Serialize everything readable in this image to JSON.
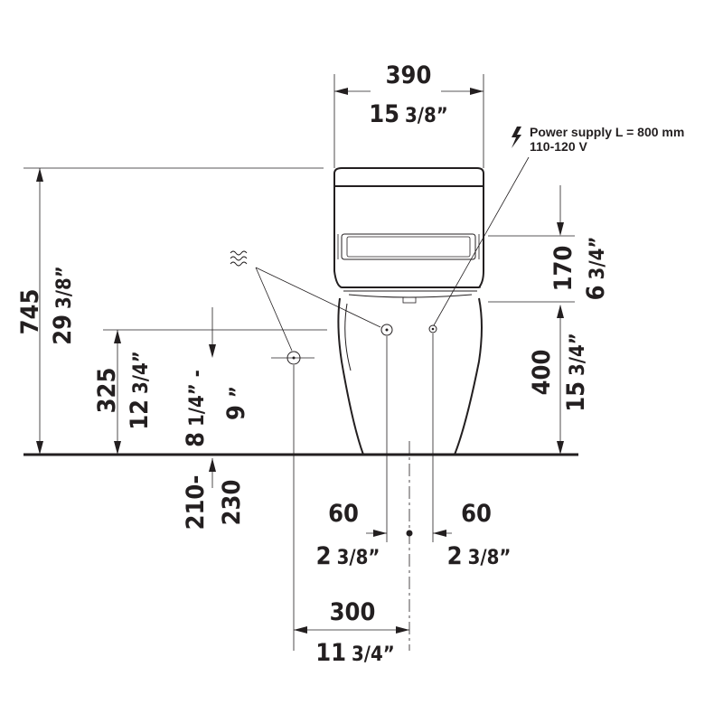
{
  "dimensions": {
    "top_width_mm": "390",
    "top_width_in_whole": "15",
    "top_width_in_frac": "3/8”",
    "height_mm": "745",
    "height_in_whole": "29",
    "height_in_frac": "3/8”",
    "inlet_height_mm": "325",
    "inlet_height_in_whole": "12",
    "inlet_height_in_frac": "3/4”",
    "inlet_drop_a_whole": "8",
    "inlet_drop_a_frac": "1/4” -",
    "inlet_drop_b": "9",
    "inlet_drop_b_frac": "”",
    "outlet_depth_mm_a": "210-",
    "outlet_depth_mm_b": "230",
    "seat_height_mm": "170",
    "seat_height_in_whole": "6",
    "seat_height_in_frac": "3/4”",
    "supply_height_mm": "400",
    "supply_height_in_whole": "15",
    "supply_height_in_frac": "3/4”",
    "left_offset_mm": "60",
    "left_offset_in_whole": "2",
    "left_offset_in_frac": "3/8”",
    "right_offset_mm": "60",
    "right_offset_in_whole": "2",
    "right_offset_in_frac": "3/8”",
    "inlet_offset_mm": "300",
    "inlet_offset_in_whole": "11",
    "inlet_offset_in_frac": "3/4”"
  },
  "annotations": {
    "power_line1": "Power supply L = 800 mm",
    "power_line2": "110-120 V",
    "water_symbol_icon": "water-symbol-icon",
    "power_symbol_icon": "lightning-icon"
  }
}
